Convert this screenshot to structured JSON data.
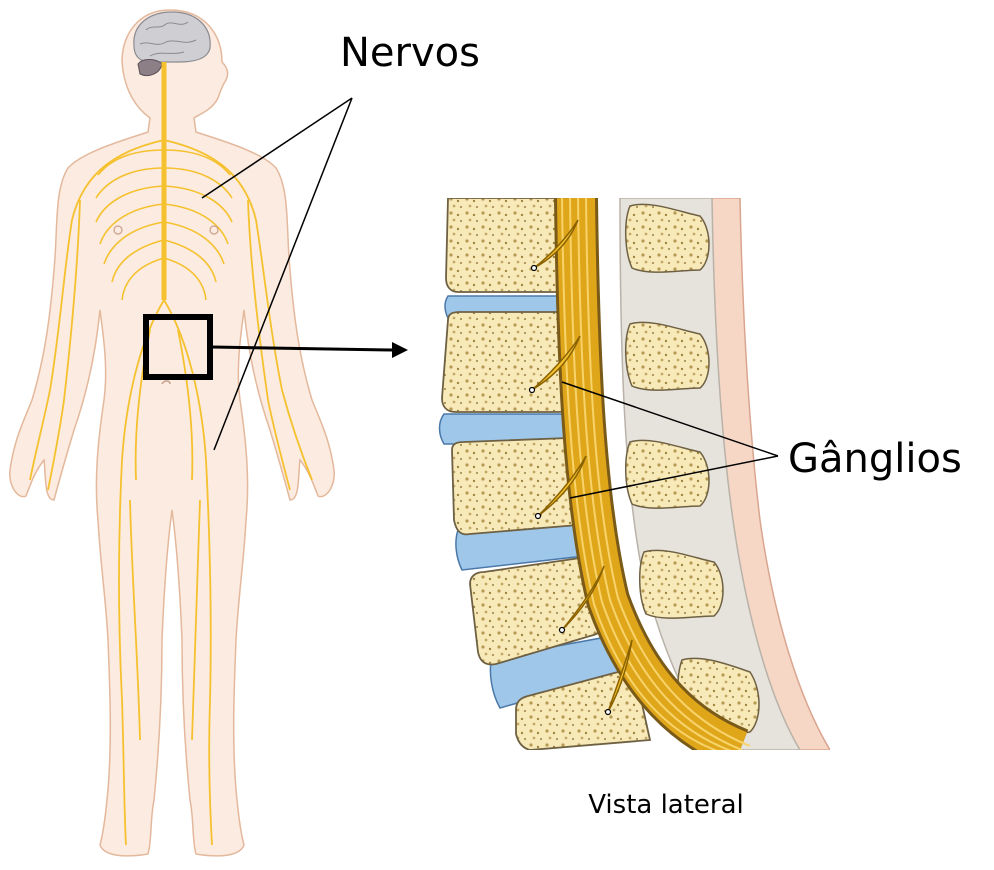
{
  "labels": {
    "nerves": "Nervos",
    "ganglia": "Gânglios",
    "view": "Vista lateral"
  },
  "colors": {
    "skin": "#fcebe0",
    "skin_outline": "#e9c2a9",
    "nerve": "#f5c12e",
    "nerve_dark": "#c98a00",
    "bone": "#f8e9b8",
    "bone_spot": "#b79a52",
    "disc": "#9fc7ea",
    "disc_light": "#d3e6f6",
    "brain": "#cfcfd3",
    "cerebellum": "#8d7f86",
    "canal": "#e6e2dc",
    "tissue": "#f6d7c6"
  }
}
